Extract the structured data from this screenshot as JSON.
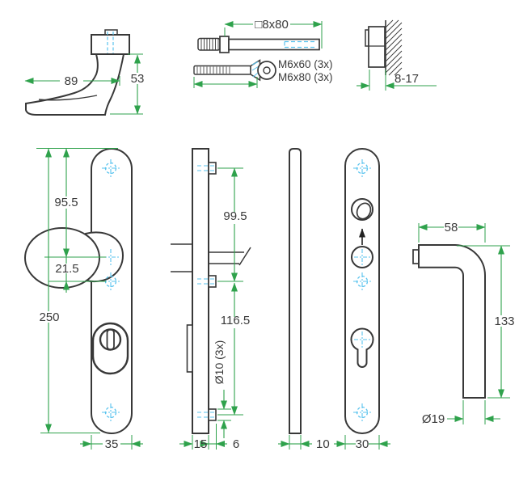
{
  "colors": {
    "outline": "#383838",
    "dimension_green": "#2fa24c",
    "hole_marker_cyan": "#59c3ee",
    "background": "#ffffff"
  },
  "top_row": {
    "lever_side_view": {
      "width": "89",
      "height": "53"
    },
    "spindle": {
      "size": "□8x80"
    },
    "screws": {
      "label_top": "M6x60 (3x)",
      "label_bottom": "M6x80 (3x)"
    },
    "door_section": {
      "grip_range": "8-17"
    }
  },
  "bottom_row": {
    "inner_plate_front": {
      "top_to_handle": "95.5",
      "handle_to_hole": "21.5",
      "height": "250",
      "width": "35"
    },
    "inner_plate_side": {
      "upper_stud_spacing": "99.5",
      "lower_stud_spacing": "116.5",
      "stud_diameter": "Ø10 (3x)",
      "thickness": "15",
      "stud_length": "6"
    },
    "outer_plate_side": {
      "thickness": "10"
    },
    "outer_plate_front": {
      "width": "30"
    },
    "pull_handle_front": {
      "width": "58",
      "height": "133",
      "tube_diameter": "Ø19"
    }
  }
}
